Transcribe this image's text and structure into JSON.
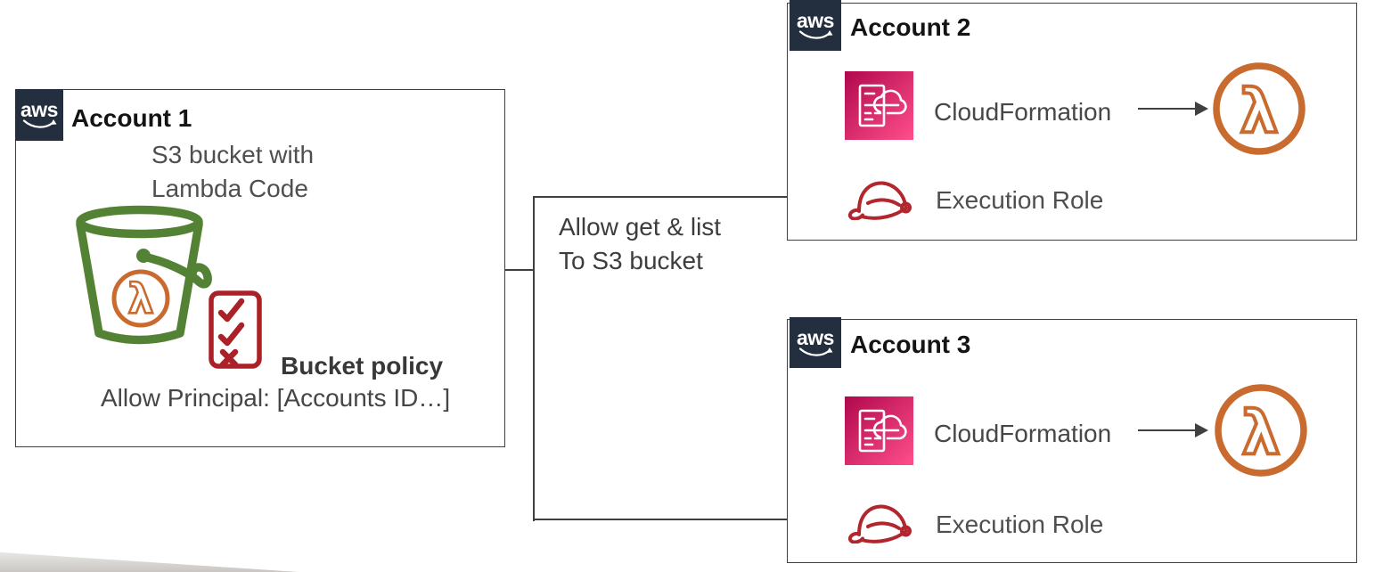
{
  "aws_logo_text": "aws",
  "lambda_glyph": "λ",
  "account1": {
    "title": "Account 1",
    "caption_line1": "S3 bucket with",
    "caption_line2": "Lambda Code",
    "policy_title": "Bucket policy",
    "policy_detail": "Allow Principal: [Accounts ID…]"
  },
  "connector": {
    "label_line1": "Allow get & list",
    "label_line2": "To S3 bucket"
  },
  "account2": {
    "title": "Account 2",
    "cloudformation_label": "CloudFormation",
    "execution_role_label": "Execution Role"
  },
  "account3": {
    "title": "Account 3",
    "cloudformation_label": "CloudFormation",
    "execution_role_label": "Execution Role"
  },
  "colors": {
    "aws_navy": "#232f3e",
    "box_border": "#404040",
    "connector_line": "#404040",
    "bucket_green": "#548235",
    "lambda_orange": "#c96a2e",
    "policy_red": "#aa2128",
    "role_red": "#b2262e",
    "cloudformation_gradient_start": "#b0084d",
    "cloudformation_gradient_end": "#ff4f8b"
  }
}
